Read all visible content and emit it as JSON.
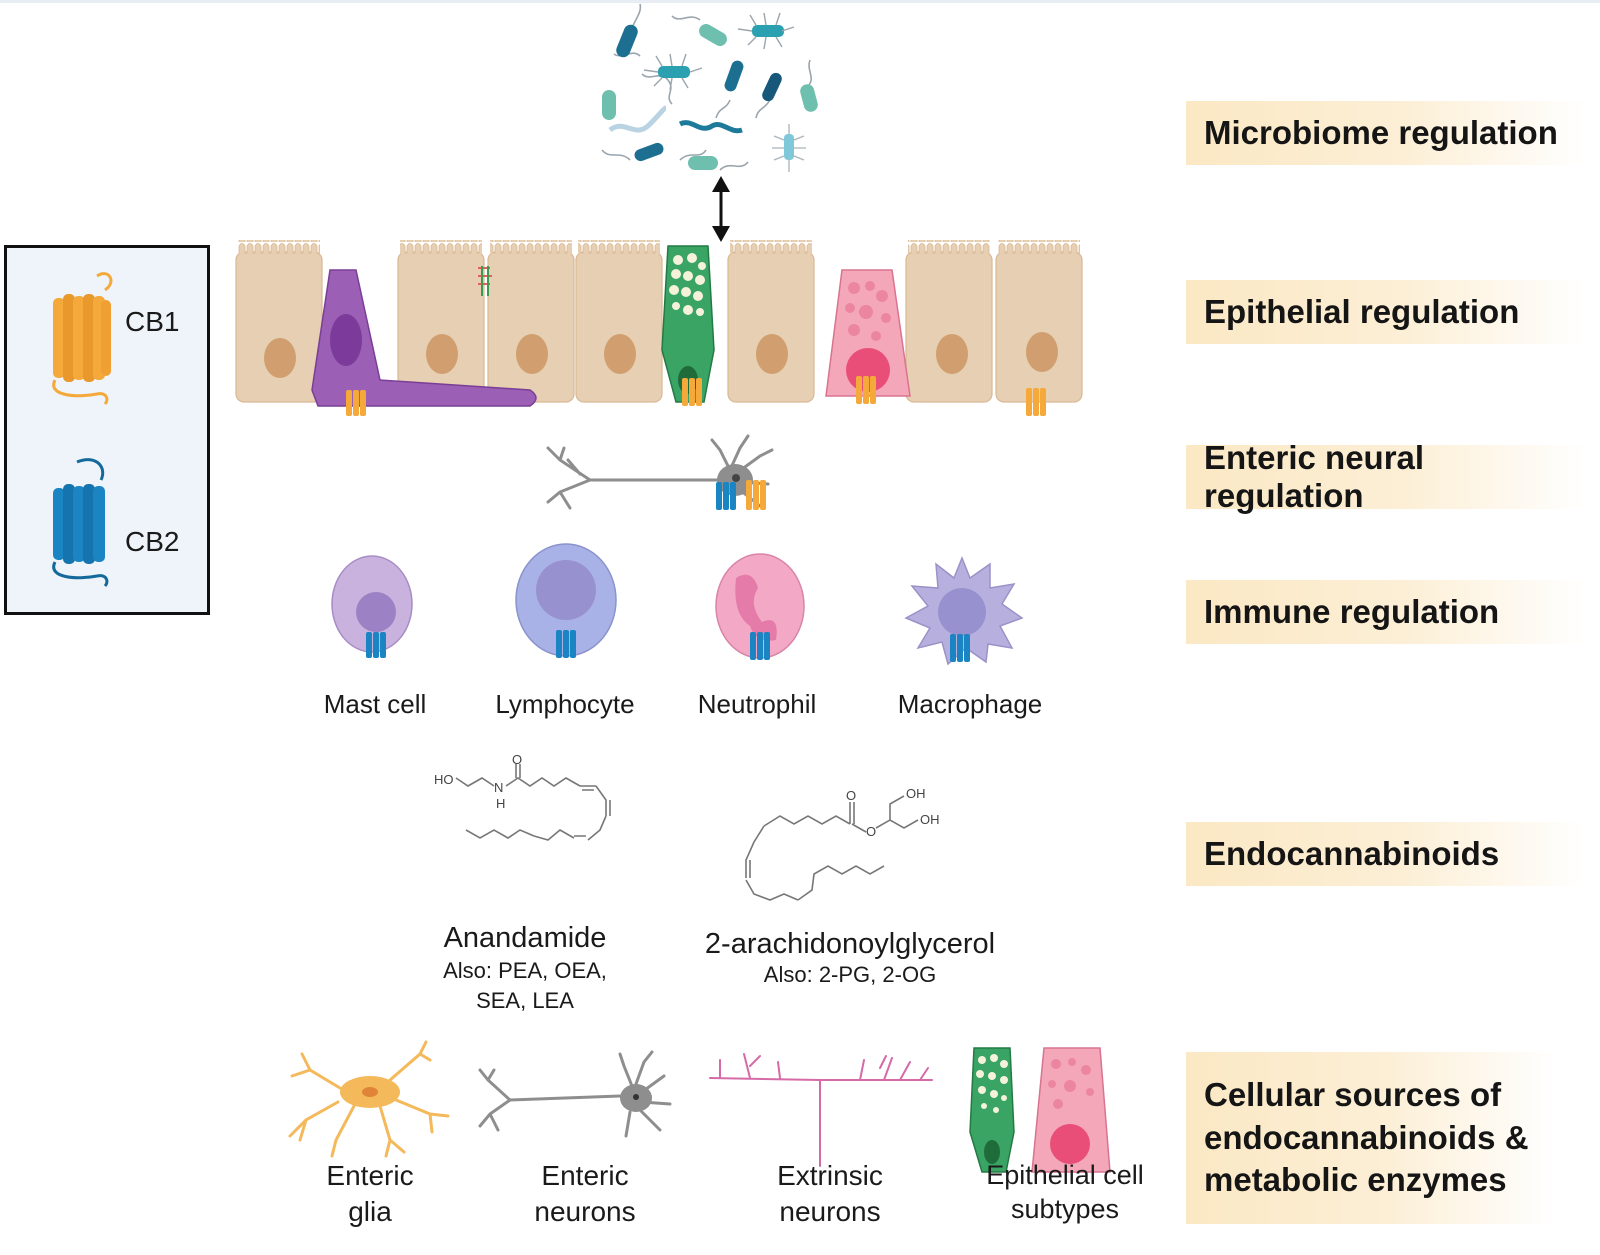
{
  "legend": {
    "items": [
      {
        "label": "CB1",
        "color": "#f5a93a"
      },
      {
        "label": "CB2",
        "color": "#1b85c4"
      }
    ]
  },
  "regulation_tags": [
    {
      "label": "Microbiome regulation"
    },
    {
      "label": "Epithelial regulation"
    },
    {
      "label": "Enteric neural regulation"
    },
    {
      "label": "Immune regulation"
    },
    {
      "label": "Endocannabinoids"
    },
    {
      "label": "Cellular sources of endocannabinoids & metabolic enzymes"
    }
  ],
  "tag_color": "#fbe8c4",
  "immune_cells": [
    {
      "label": "Mast cell"
    },
    {
      "label": "Lymphocyte"
    },
    {
      "label": "Neutrophil"
    },
    {
      "label": "Macrophage"
    }
  ],
  "endocannabinoids": {
    "anandamide": {
      "name": "Anandamide",
      "also_line1": "Also: PEA, OEA,",
      "also_line2": "SEA, LEA",
      "atoms": {
        "ho": "HO",
        "n": "N",
        "h": "H",
        "o": "O"
      }
    },
    "two_ag": {
      "name": "2-arachidonoylglycerol",
      "also": "Also: 2-PG, 2-OG",
      "atoms": {
        "o_carbonyl": "O",
        "o_ester": "O",
        "oh1": "OH",
        "oh2": "OH"
      }
    }
  },
  "cellular_sources": [
    {
      "line1": "Enteric",
      "line2": "glia"
    },
    {
      "line1": "Enteric",
      "line2": "neurons"
    },
    {
      "line1": "Extrinsic",
      "line2": "neurons"
    },
    {
      "line1": "Epithelial cell",
      "line2": "subtypes"
    }
  ]
}
